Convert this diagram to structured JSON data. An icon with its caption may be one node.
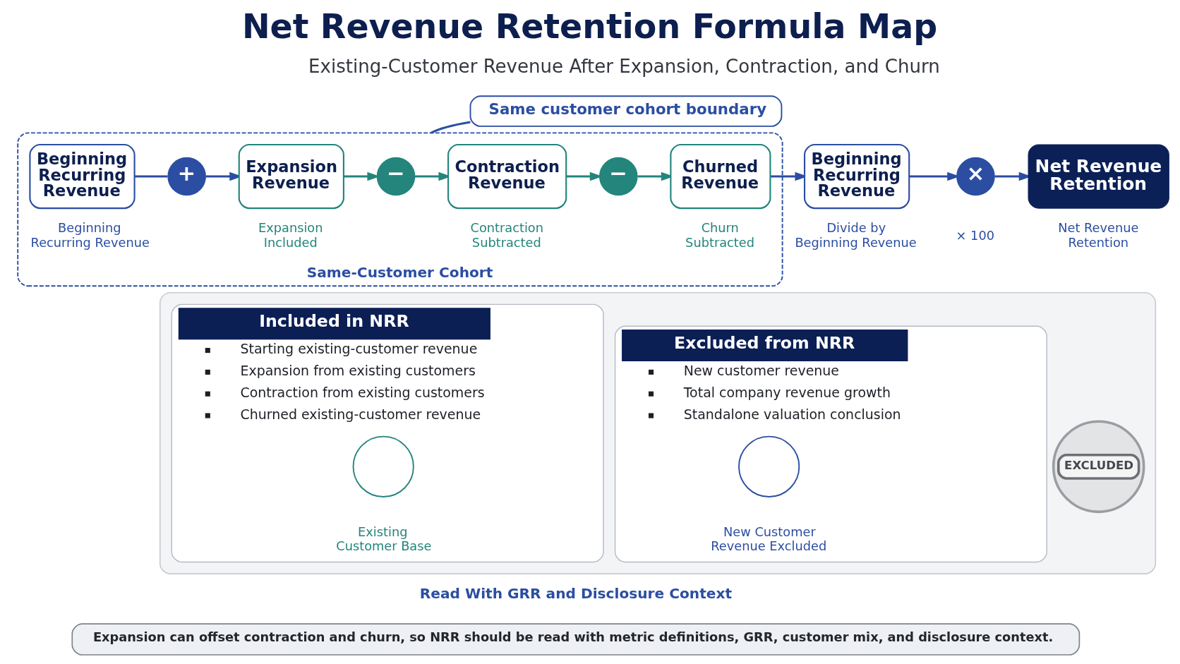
{
  "diagram": {
    "title": "Net Revenue Retention Formula Map",
    "nodes": [
      {
        "text": [
          "Same customer cohort boundary"
        ]
      },
      {
        "text": [
          "Same-Customer Cohort"
        ]
      },
      {
        "text": [
          "Beginning Recurring Revenue"
        ],
        "beside": [
          "Beginning Recurring Revenue"
        ],
        "in": 1
      },
      {
        "text": [
          "+"
        ],
        "in": 1
      },
      {
        "text": [
          "Expansion Revenue"
        ],
        "beside": [
          "Expansion Included"
        ],
        "in": 1
      },
      {
        "text": [
          "−"
        ],
        "in": 1
      },
      {
        "text": [
          "Contraction Revenue"
        ],
        "beside": [
          "Contraction Subtracted"
        ],
        "in": 1
      },
      {
        "text": [
          "−"
        ],
        "in": 1
      },
      {
        "text": [
          "Churned Revenue"
        ],
        "beside": [
          "Churn Subtracted"
        ],
        "in": 1
      },
      {
        "text": [
          "Beginning Recurring Revenue"
        ],
        "beside": [
          "Divide by Beginning Revenue"
        ]
      },
      {
        "text": [
          "×"
        ],
        "beside": [
          "× 100"
        ]
      },
      {
        "text": [
          "Net Revenue Retention"
        ],
        "beside": [
          "Net Revenue Retention"
        ]
      },
      {
        "text": [],
        "shape": "box"
      },
      {
        "text": [
          "Included in NRR",
          "Starting existing-customer revenue",
          "Expansion from existing customers",
          "Contraction from existing customers",
          "Churned existing-customer revenue"
        ],
        "in": 12
      },
      {
        "text": [],
        "shape": "circle",
        "beside": [
          "Existing Customer Base"
        ],
        "in": 13
      },
      {
        "text": [
          "Excluded from NRR",
          "New customer revenue",
          "Total company revenue growth",
          "Standalone valuation conclusion"
        ],
        "in": 12
      },
      {
        "text": [],
        "shape": "circle",
        "beside": [
          "New Customer Revenue Excluded"
        ],
        "in": 15
      },
      {
        "text": [
          "EXCLUDED"
        ],
        "in": 12
      },
      {
        "text": [
          "Expansion can offset contraction and churn, so NRR should be read with metric definitions, GRR, customer mix, and disclosure context."
        ]
      }
    ],
    "edges": [
      {
        "from": 0,
        "to": 1,
        "arrow": "none"
      },
      {
        "from": 2,
        "to": 3,
        "arrow": "none"
      },
      {
        "from": 3,
        "to": 4,
        "arrow": "to"
      },
      {
        "from": 4,
        "to": 5,
        "arrow": "to",
        "color": "#23857b"
      },
      {
        "from": 5,
        "to": 6,
        "arrow": "to",
        "color": "#23857b"
      },
      {
        "from": 6,
        "to": 7,
        "arrow": "to",
        "color": "#23857b"
      },
      {
        "from": 7,
        "to": 8,
        "arrow": "to",
        "color": "#23857b"
      },
      {
        "from": 8,
        "to": 9,
        "arrow": "to"
      },
      {
        "from": 9,
        "to": 10,
        "arrow": "to"
      },
      {
        "from": 10,
        "to": 11,
        "arrow": "to"
      }
    ],
    "labels": [
      "Existing-Customer Revenue After Expansion, Contraction, and Churn",
      "Read With GRR and Disclosure Context"
    ]
  }
}
